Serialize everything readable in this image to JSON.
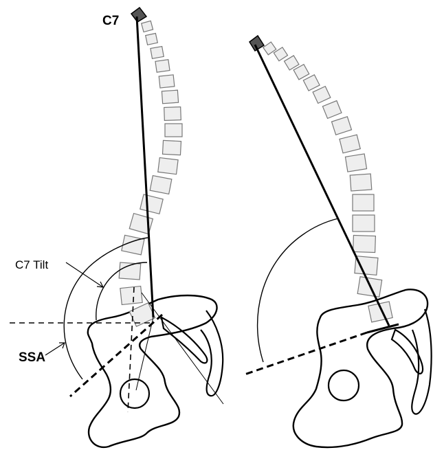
{
  "labels": {
    "c7": "C7",
    "c7_tilt": "C7 Tilt",
    "ssa": "SSA"
  },
  "colors": {
    "stroke": "#000000",
    "vertebra_fill": "#eeeeee",
    "vertebra_stroke": "#777777",
    "c7_marker": "#555555"
  }
}
